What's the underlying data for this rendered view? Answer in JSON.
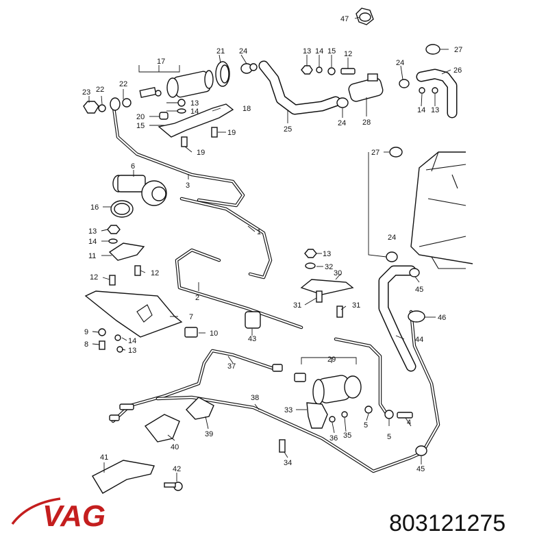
{
  "brand": {
    "name": "VAG",
    "color": "#c41e1e"
  },
  "part_number": "803121275",
  "callouts": {
    "c47": "47",
    "c17": "17",
    "c21": "21",
    "c24a": "24",
    "c13a": "13",
    "c14a": "14",
    "c15a": "15",
    "c12a": "12",
    "c27a": "27",
    "c24b": "24",
    "c26": "26",
    "c23": "23",
    "c22a": "22",
    "c22b": "22",
    "c13b": "13",
    "c14b": "14",
    "c20": "20",
    "c18": "18",
    "c15b": "15",
    "c19a": "19",
    "c19b": "19",
    "c25": "25",
    "c24c": "24",
    "c28": "28",
    "c14c": "14",
    "c13c": "13",
    "c27b": "27",
    "c6": "6",
    "c3": "3",
    "c16": "16",
    "c13d": "13",
    "c14d": "14",
    "c11": "11",
    "c12b": "12",
    "c12c": "12",
    "c1": "1",
    "c24d": "24",
    "c13e": "13",
    "c32": "32",
    "c30": "30",
    "c45a": "45",
    "c46": "46",
    "c2": "2",
    "c31a": "31",
    "c31b": "31",
    "c7": "7",
    "c9": "9",
    "c14e": "14",
    "c8": "8",
    "c13f": "13",
    "c10": "10",
    "c43": "43",
    "c44": "44",
    "c37": "37",
    "c29": "29",
    "c38": "38",
    "c33": "33",
    "c5a": "5",
    "c5b": "5",
    "c4": "4",
    "c39": "39",
    "c40": "40",
    "c36": "36",
    "c35": "35",
    "c41": "41",
    "c42": "42",
    "c34": "34",
    "c45b": "45"
  }
}
